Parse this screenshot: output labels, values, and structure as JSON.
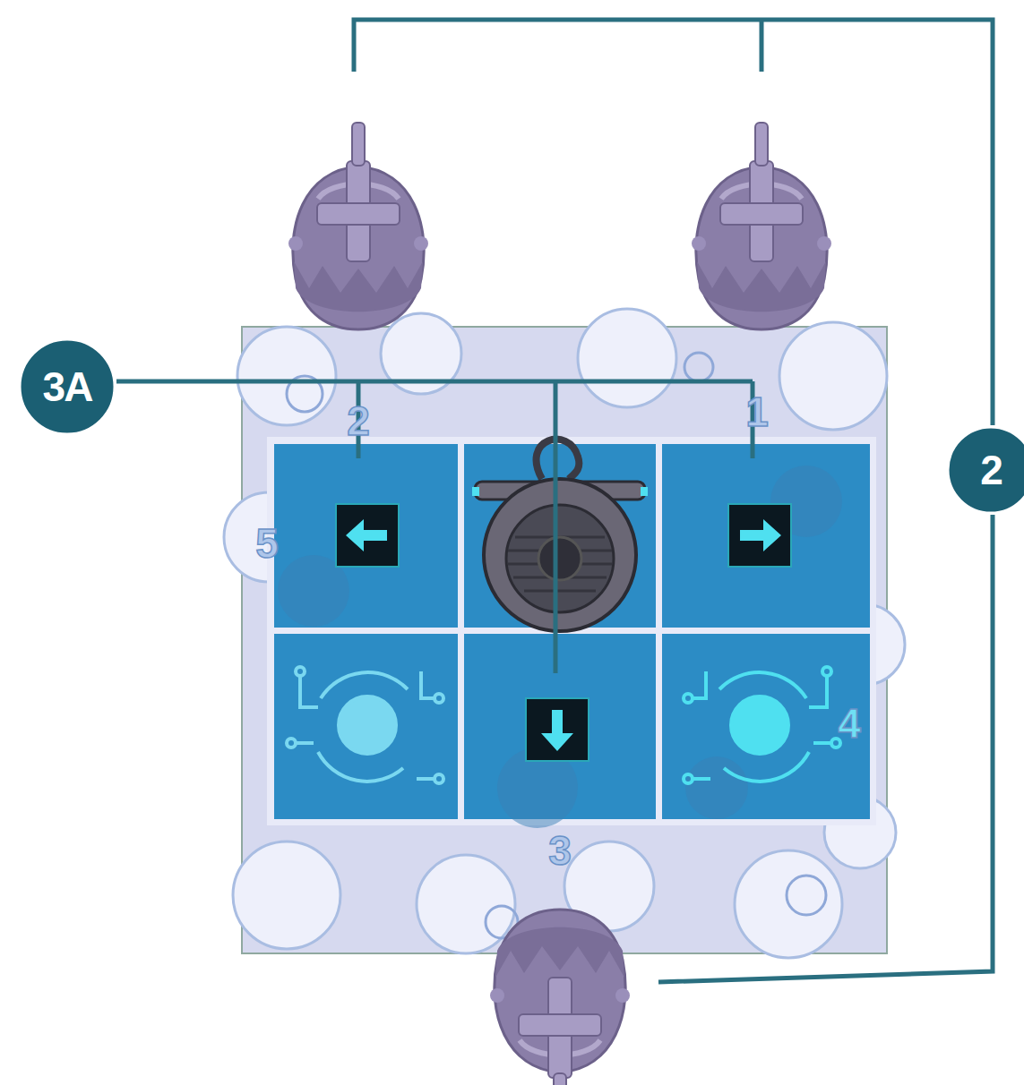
{
  "diagram": {
    "nodes": [
      {
        "text": [
          "3A"
        ]
      },
      {
        "text": [
          "2"
        ]
      }
    ],
    "labels": [
      "2",
      "1",
      "5",
      "4",
      "3"
    ]
  }
}
